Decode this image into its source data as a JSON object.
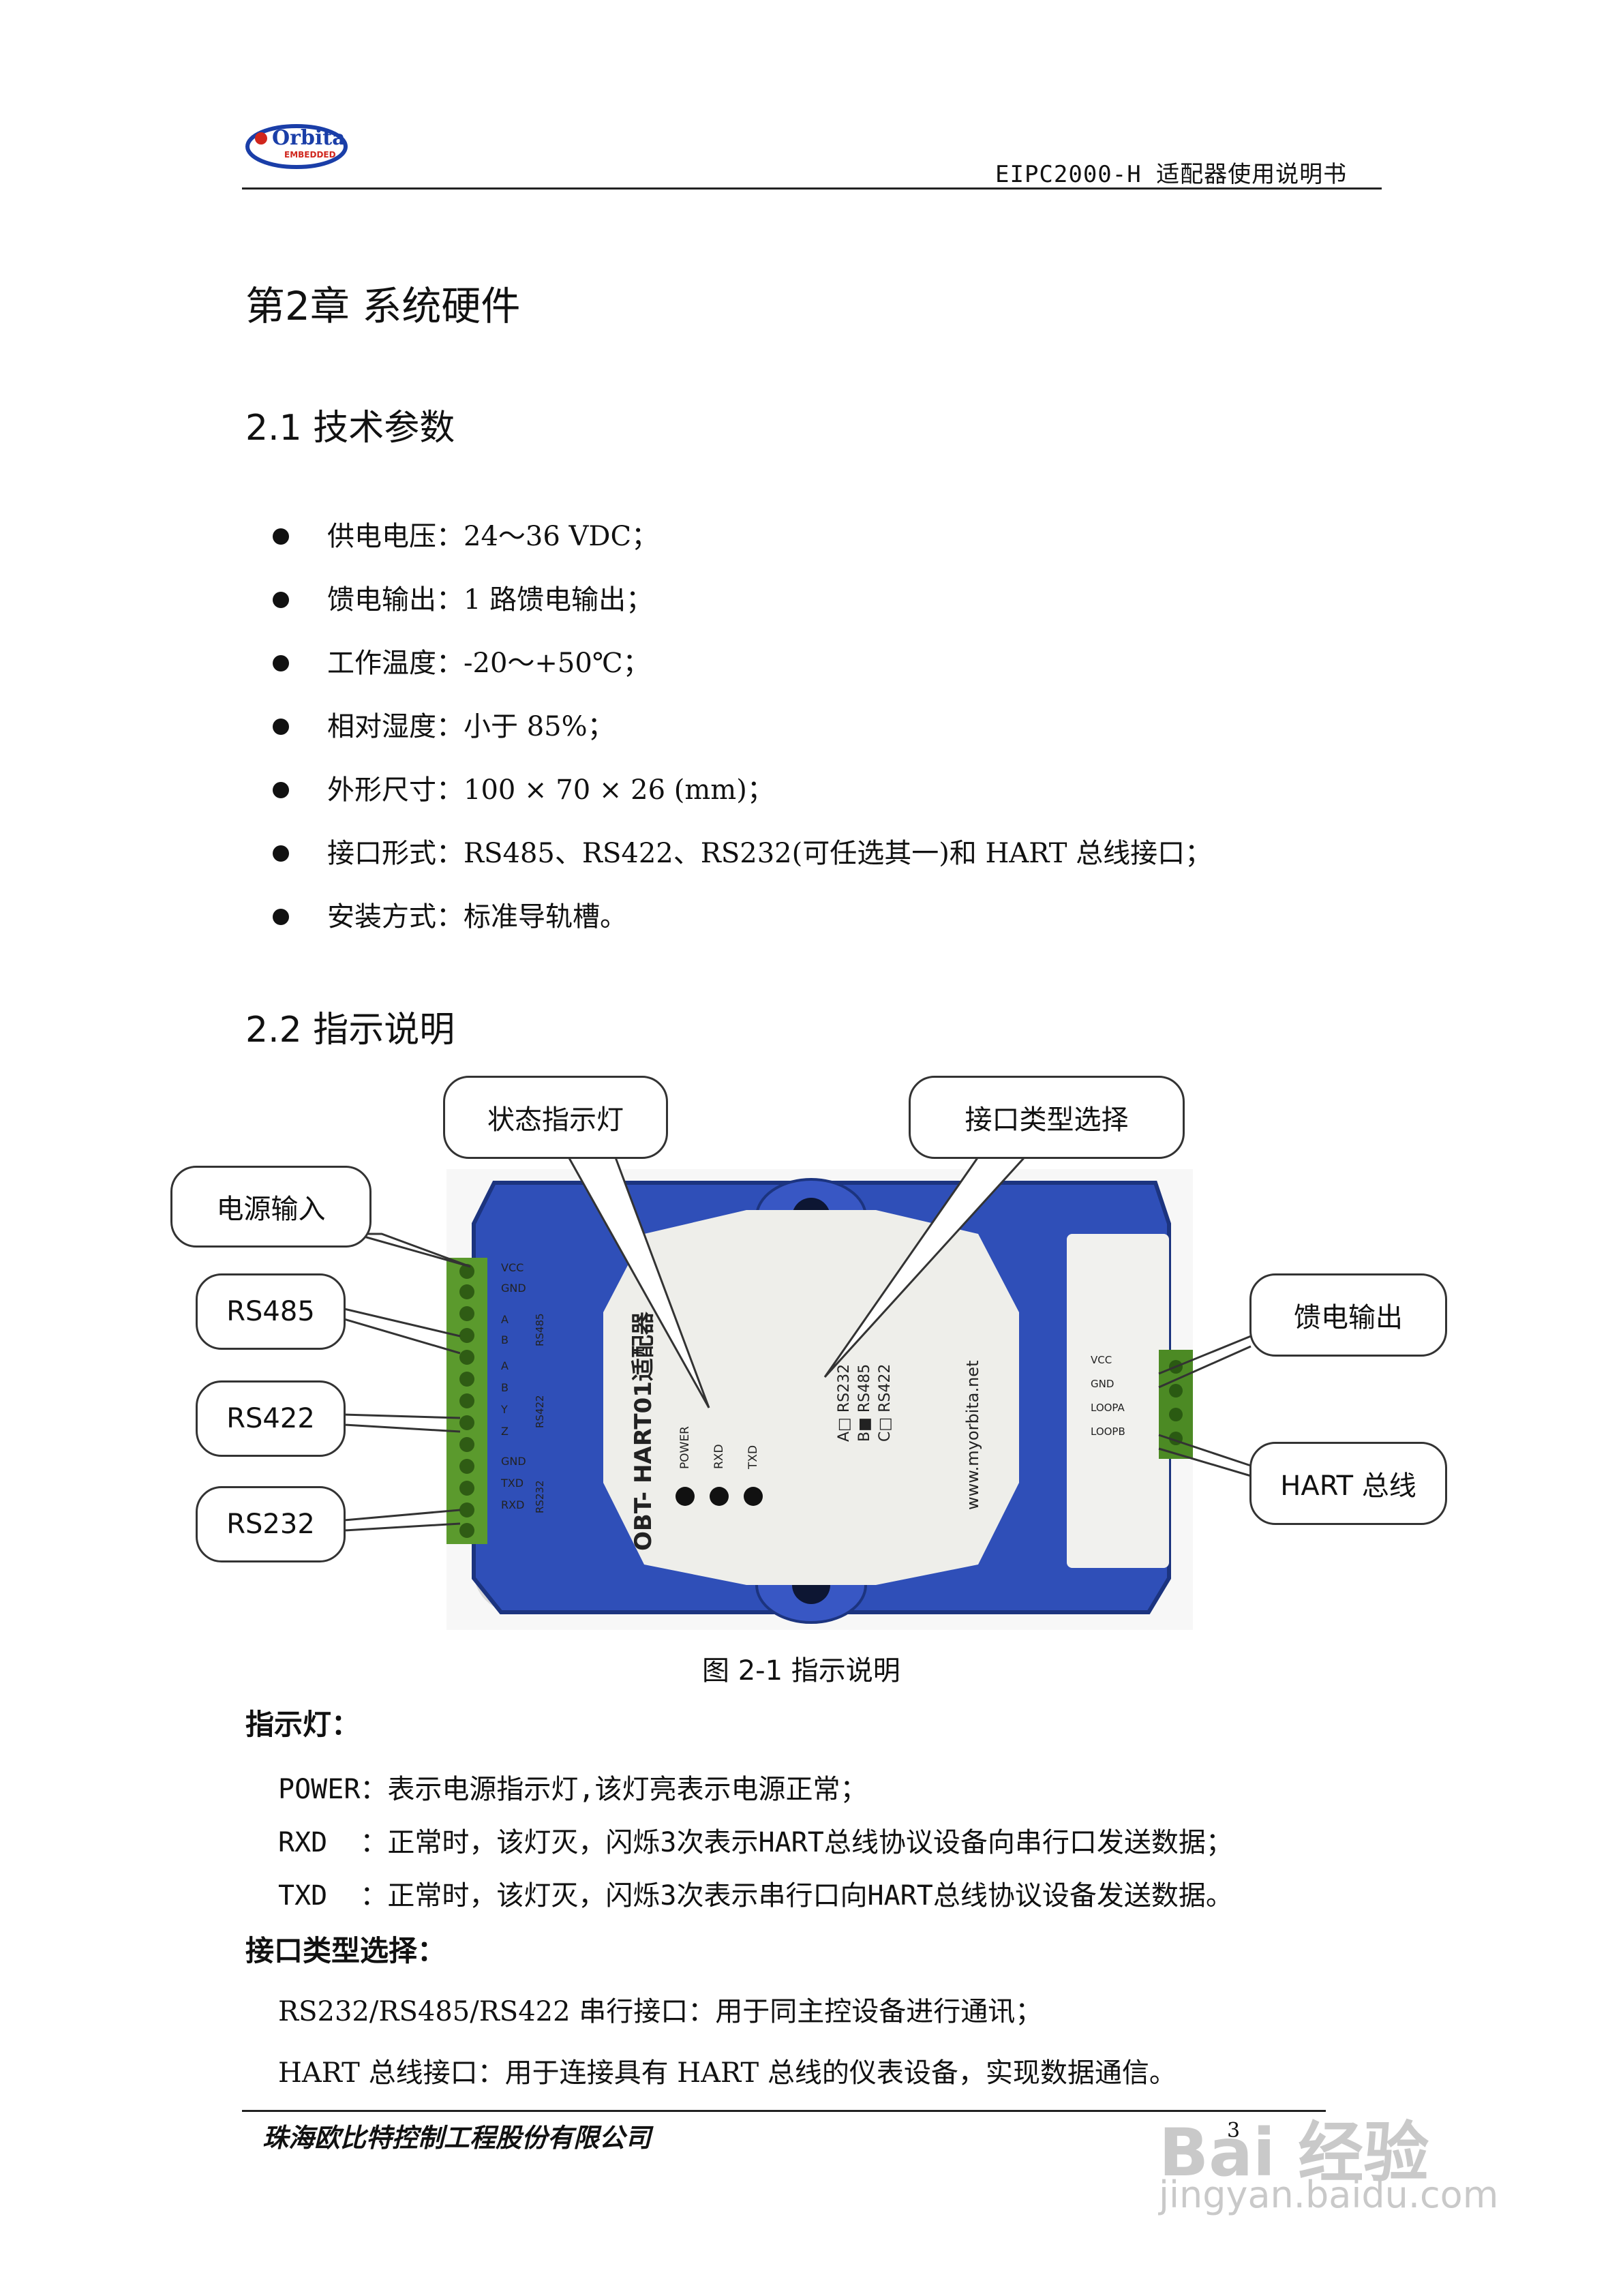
{
  "header": {
    "logo_text": "Orbita",
    "logo_subtext": "EMBEDDED",
    "doc_title": "EIPC2000-H 适配器使用说明书"
  },
  "chapter_title": "第2章 系统硬件",
  "sections": {
    "tech_params": {
      "title": "2.1 技术参数",
      "items": [
        "供电电压：24～36 VDC；",
        "馈电输出：1 路馈电输出；",
        "工作温度：-20～+50℃；",
        "相对湿度：小于 85%；",
        "外形尺寸：100 × 70 × 26 (mm)；",
        "接口形式：RS485、RS422、RS232(可任选其一)和 HART 总线接口；",
        "安装方式：标准导轨槽。"
      ]
    },
    "indicator": {
      "title": "2.2 指示说明"
    }
  },
  "figure": {
    "callouts": {
      "status_led": "状态指示灯",
      "interface_select": "接口类型选择",
      "power_input": "电源输入",
      "rs485": "RS485",
      "rs422": "RS422",
      "rs232": "RS232",
      "feed_output": "馈电输出",
      "hart_bus": "HART 总线"
    },
    "device_labels": {
      "model": "OBT- HART01适配器",
      "website": "www.myorbita.net",
      "led_power": "POWER",
      "led_rxd": "RXD",
      "led_txd": "TXD",
      "term_vcc": "VCC",
      "term_gnd": "GND",
      "term_a": "A",
      "term_b": "B",
      "term_y": "Y",
      "term_z": "Z",
      "term_txd": "TXD",
      "term_rxd": "RXD",
      "group_rs485": "RS485",
      "group_rs422": "RS422",
      "group_rs232": "RS232",
      "sel_a": "A□ RS232",
      "sel_b": "B■ RS485",
      "sel_c": "C□ RS422",
      "right_vcc": "VCC",
      "right_gnd": "GND",
      "right_loopa": "LOOPA",
      "right_loopb": "LOOPB"
    },
    "caption": "图 2-1 指示说明"
  },
  "indicator_lamps": {
    "label": "指示灯：",
    "lines": [
      "POWER：表示电源指示灯,该灯亮表示电源正常；",
      "RXD  ：正常时，该灯灭，闪烁3次表示HART总线协议设备向串行口发送数据；",
      "TXD  ：正常时，该灯灭，闪烁3次表示串行口向HART总线协议设备发送数据。"
    ]
  },
  "interface_select": {
    "label": "接口类型选择：",
    "lines": [
      "RS232/RS485/RS422 串行接口：用于同主控设备进行通讯；",
      "HART 总线接口：用于连接具有 HART 总线的仪表设备，实现数据通信。"
    ]
  },
  "footer": {
    "company": "珠海欧比特控制工程股份有限公司",
    "page_number": "3"
  },
  "watermark": {
    "brand": "Bai 经验",
    "url": "jingyan.baidu.com"
  }
}
